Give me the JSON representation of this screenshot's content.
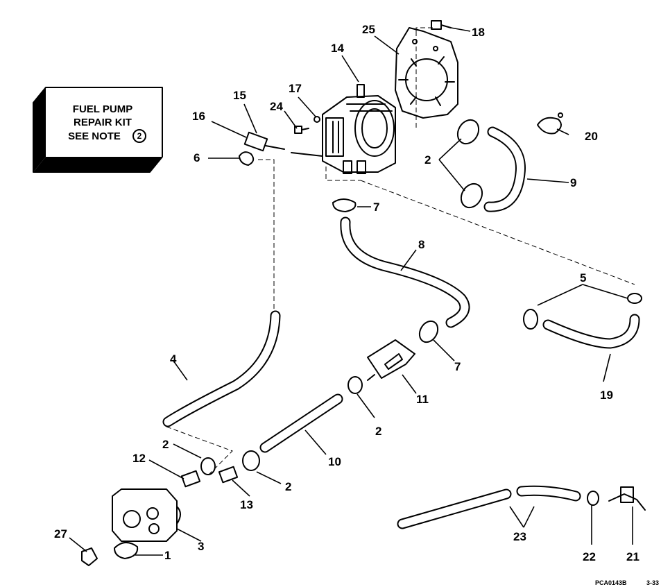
{
  "diagram": {
    "kit_box": {
      "line1": "FUEL PUMP",
      "line2": "REPAIR KIT",
      "line3": "SEE NOTE",
      "note_number": "2"
    },
    "callouts": [
      {
        "id": "c1",
        "text": "1"
      },
      {
        "id": "c2a",
        "text": "2"
      },
      {
        "id": "c2b",
        "text": "2"
      },
      {
        "id": "c2c",
        "text": "2"
      },
      {
        "id": "c2d",
        "text": "2"
      },
      {
        "id": "c3",
        "text": "3"
      },
      {
        "id": "c4",
        "text": "4"
      },
      {
        "id": "c5",
        "text": "5"
      },
      {
        "id": "c6",
        "text": "6"
      },
      {
        "id": "c7a",
        "text": "7"
      },
      {
        "id": "c7b",
        "text": "7"
      },
      {
        "id": "c8",
        "text": "8"
      },
      {
        "id": "c9",
        "text": "9"
      },
      {
        "id": "c10",
        "text": "10"
      },
      {
        "id": "c11",
        "text": "11"
      },
      {
        "id": "c12",
        "text": "12"
      },
      {
        "id": "c13",
        "text": "13"
      },
      {
        "id": "c14",
        "text": "14"
      },
      {
        "id": "c15",
        "text": "15"
      },
      {
        "id": "c16",
        "text": "16"
      },
      {
        "id": "c17",
        "text": "17"
      },
      {
        "id": "c18",
        "text": "18"
      },
      {
        "id": "c19",
        "text": "19"
      },
      {
        "id": "c20",
        "text": "20"
      },
      {
        "id": "c21",
        "text": "21"
      },
      {
        "id": "c22",
        "text": "22"
      },
      {
        "id": "c23",
        "text": "23"
      },
      {
        "id": "c24",
        "text": "24"
      },
      {
        "id": "c25",
        "text": "25"
      },
      {
        "id": "c27",
        "text": "27"
      }
    ],
    "figure_code": "PCA0143B",
    "page_ref": "3-33"
  }
}
